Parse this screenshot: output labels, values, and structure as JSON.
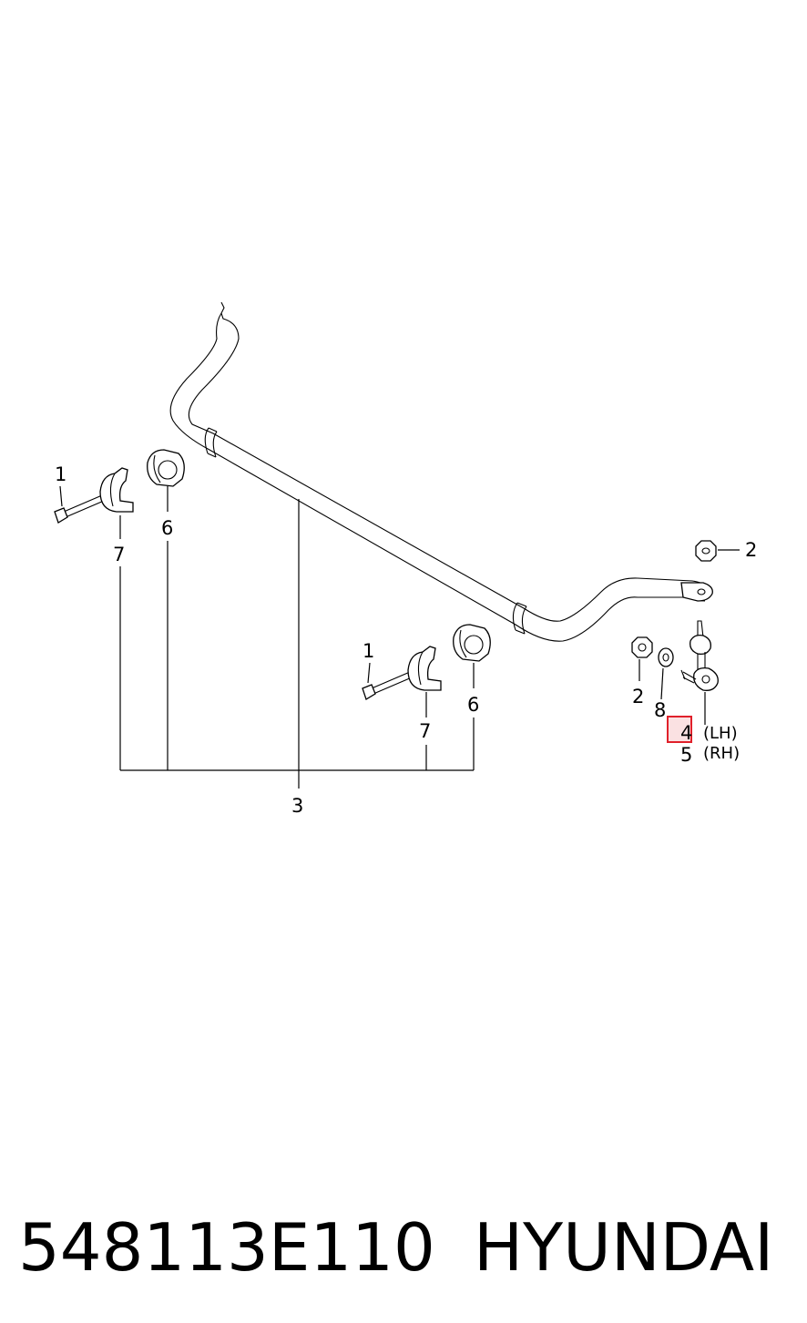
{
  "diagram": {
    "callouts": {
      "bolt_left": "1",
      "bolt_right": "1",
      "nut_top": "2",
      "nut_bottom": "2",
      "bar": "3",
      "link_lh": "4",
      "link_rh": "5",
      "bushing_left": "6",
      "bushing_right": "6",
      "bracket_left": "7",
      "bracket_right": "7",
      "washer": "8"
    },
    "side_labels": {
      "lh": "(LH)",
      "rh": "(RH)"
    },
    "highlight_color": "#e0202a"
  },
  "footer": {
    "part_number": "548113E110",
    "brand": "HYUNDAI"
  }
}
